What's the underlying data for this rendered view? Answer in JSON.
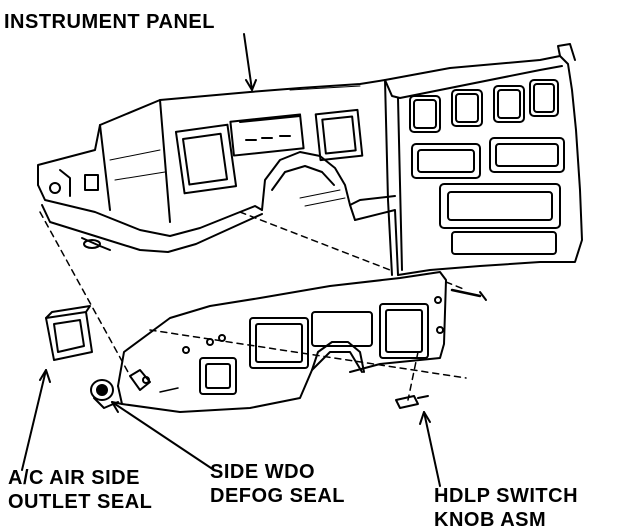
{
  "labels": {
    "instrument_panel": "INSTRUMENT PANEL",
    "ac_outlet_seal": {
      "line1": "A/C AIR SIDE",
      "line2": "OUTLET SEAL"
    },
    "side_wdo_defog_seal": {
      "line1": "SIDE WDO",
      "line2": "DEFOG SEAL"
    },
    "hdlp_switch_knob": {
      "line1": "HDLP SWITCH",
      "line2": "KNOB ASM"
    }
  },
  "colors": {
    "ink": "#000000",
    "background": "#ffffff"
  }
}
